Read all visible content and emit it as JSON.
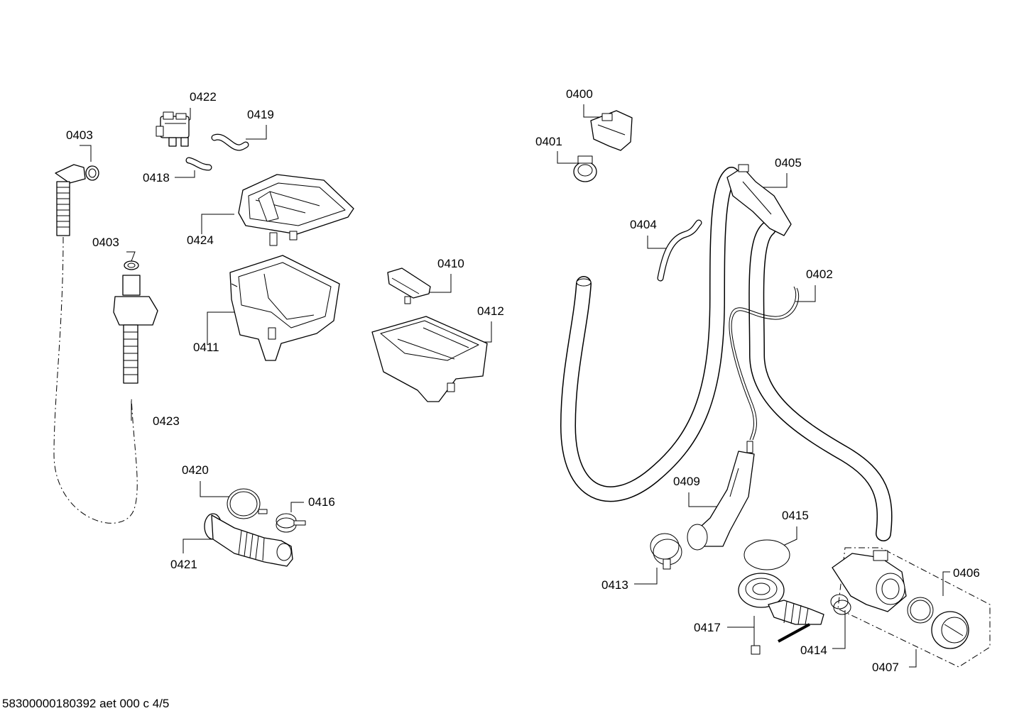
{
  "parts": [
    {
      "id": "p0400",
      "label": "0400"
    },
    {
      "id": "p0401",
      "label": "0401"
    },
    {
      "id": "p0402",
      "label": "0402"
    },
    {
      "id": "p0403a",
      "label": "0403"
    },
    {
      "id": "p0403b",
      "label": "0403"
    },
    {
      "id": "p0404",
      "label": "0404"
    },
    {
      "id": "p0405",
      "label": "0405"
    },
    {
      "id": "p0406",
      "label": "0406"
    },
    {
      "id": "p0407",
      "label": "0407"
    },
    {
      "id": "p0409",
      "label": "0409"
    },
    {
      "id": "p0410",
      "label": "0410"
    },
    {
      "id": "p0411",
      "label": "0411"
    },
    {
      "id": "p0412",
      "label": "0412"
    },
    {
      "id": "p0413",
      "label": "0413"
    },
    {
      "id": "p0414",
      "label": "0414"
    },
    {
      "id": "p0415",
      "label": "0415"
    },
    {
      "id": "p0416",
      "label": "0416"
    },
    {
      "id": "p0417",
      "label": "0417"
    },
    {
      "id": "p0418",
      "label": "0418"
    },
    {
      "id": "p0419",
      "label": "0419"
    },
    {
      "id": "p0420",
      "label": "0420"
    },
    {
      "id": "p0421",
      "label": "0421"
    },
    {
      "id": "p0422",
      "label": "0422"
    },
    {
      "id": "p0423",
      "label": "0423"
    },
    {
      "id": "p0424",
      "label": "0424"
    }
  ],
  "footer": "58300000180392 aet 000 c 4/5"
}
